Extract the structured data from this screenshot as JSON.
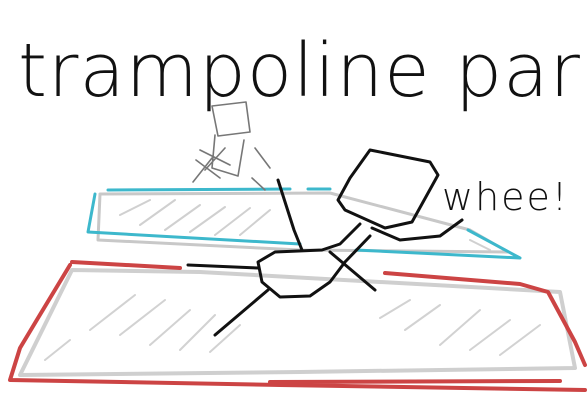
{
  "canvas": {
    "background": "#ffffff"
  },
  "caption": {
    "title": "trampoline park!",
    "speech": "whee!"
  },
  "colors": {
    "ink": "#111111",
    "pencil": "#777777",
    "trampoline_front": "#cc4444",
    "trampoline_back": "#3db8cc",
    "mat_shading": "#c8c8c8"
  },
  "objects": [
    {
      "name": "front-trampoline",
      "outline_color": "#cc4444"
    },
    {
      "name": "back-trampoline",
      "outline_color": "#3db8cc"
    },
    {
      "name": "jumping-person",
      "stroke_color": "#111111"
    },
    {
      "name": "sketchy-person",
      "stroke_color": "#777777"
    }
  ]
}
